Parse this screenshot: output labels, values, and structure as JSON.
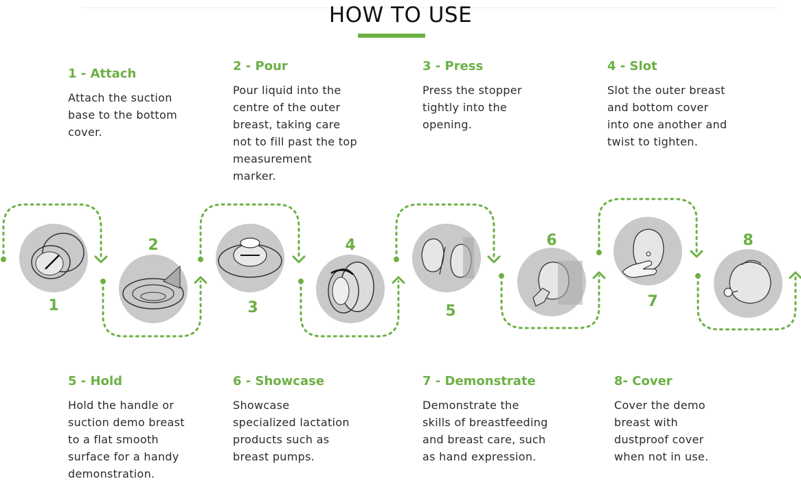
{
  "title": "HOW TO USE",
  "accent_color": "#6cb044",
  "steps": [
    {
      "number": "1",
      "heading": "1 - Attach",
      "text": "Attach the suction base to the bottom cover.",
      "icon": "suction-base-icon"
    },
    {
      "number": "2",
      "heading": "2 - Pour",
      "text": "Pour liquid into the centre of the outer breast, taking care not to fill past the top measurement marker.",
      "icon": "pour-liquid-icon"
    },
    {
      "number": "3",
      "heading": "3 - Press",
      "text": "Press the stopper tightly into the opening.",
      "icon": "stopper-icon"
    },
    {
      "number": "4",
      "heading": "4 - Slot",
      "text": "Slot the outer breast and bottom cover into one another and twist to tighten.",
      "icon": "twist-icon"
    },
    {
      "number": "5",
      "heading": "5 - Hold",
      "text": "Hold the handle or suction demo breast to a flat smooth surface for a handy demonstration.",
      "icon": "hold-breast-icon"
    },
    {
      "number": "6",
      "heading": "6 - Showcase",
      "text": "Showcase specialized lactation products such as breast pumps.",
      "icon": "breast-pump-icon"
    },
    {
      "number": "7",
      "heading": "7 - Demonstrate",
      "text": "Demonstrate the skills of breastfeeding and breast care, such as hand expression.",
      "icon": "hand-expression-icon"
    },
    {
      "number": "8",
      "heading": "8- Cover",
      "text": "Cover the demo breast with dustproof cover when not in use.",
      "icon": "dust-cover-icon"
    }
  ]
}
